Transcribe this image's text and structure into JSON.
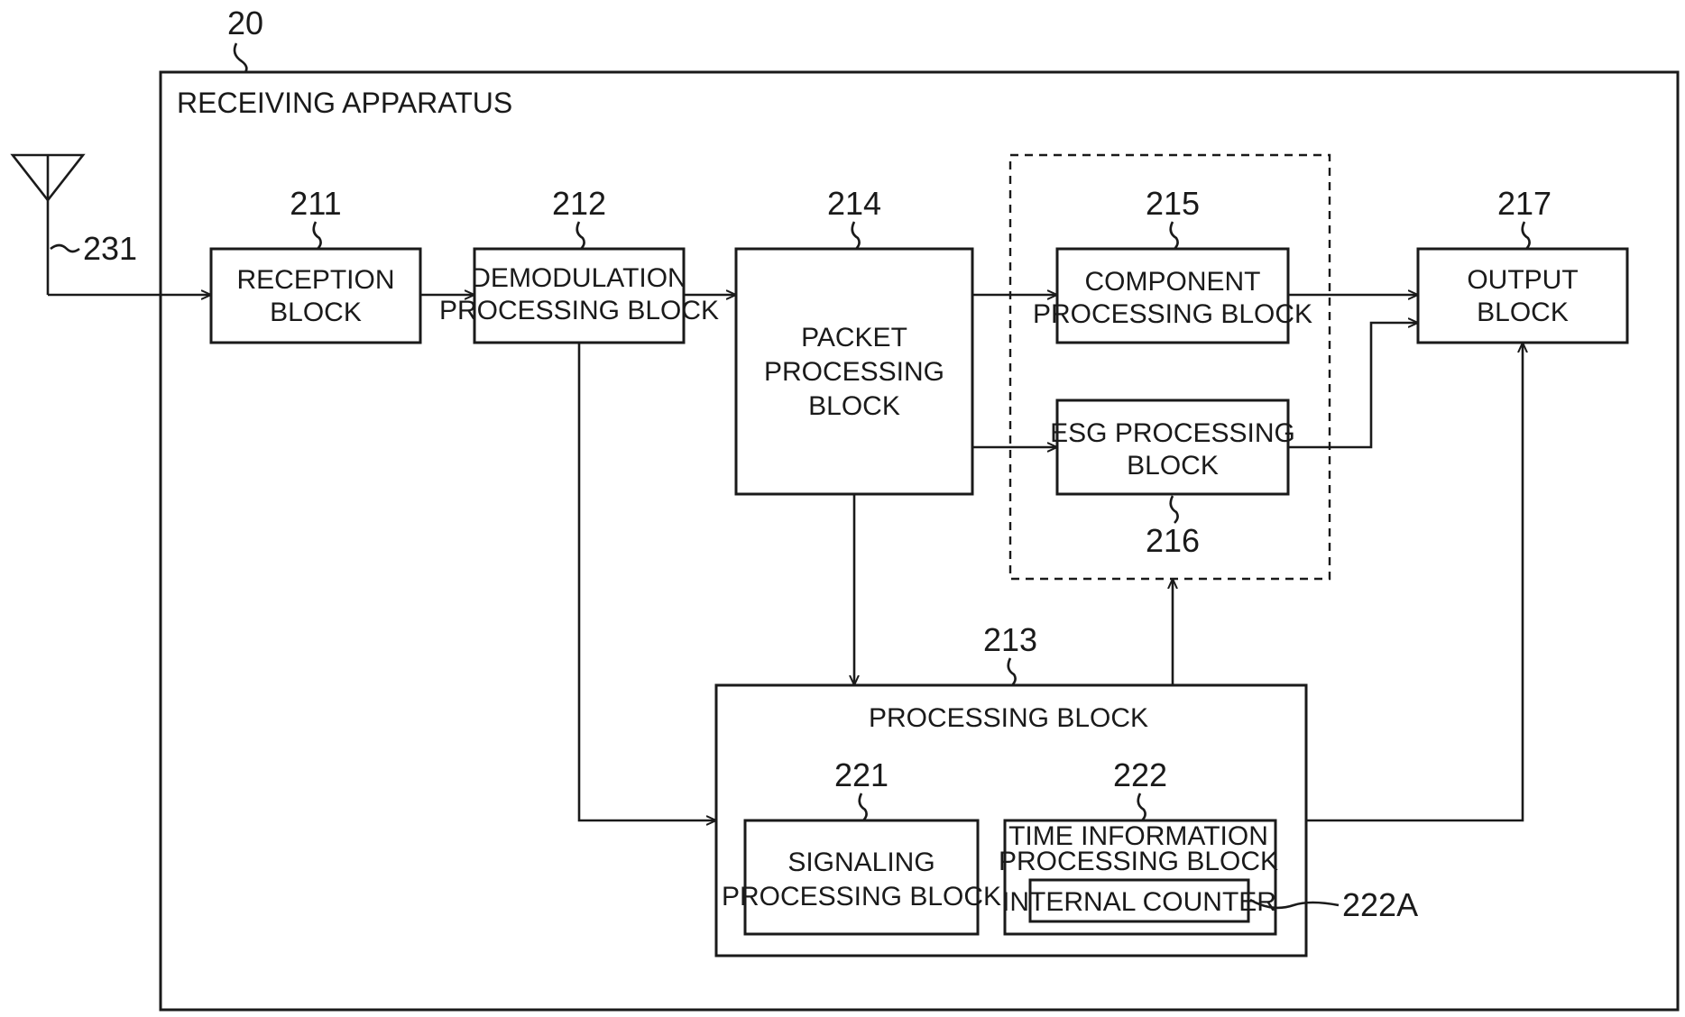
{
  "figure": {
    "apparatus_number": "20",
    "apparatus_label": "RECEIVING APPARATUS",
    "antenna_number": "231"
  },
  "blocks": {
    "reception": {
      "number": "211",
      "lines": [
        "RECEPTION",
        "BLOCK"
      ]
    },
    "demodulation": {
      "number": "212",
      "lines": [
        "DEMODULATION",
        "PROCESSING BLOCK"
      ]
    },
    "packet": {
      "number": "214",
      "lines": [
        "PACKET",
        "PROCESSING",
        "BLOCK"
      ]
    },
    "component": {
      "number": "215",
      "lines": [
        "COMPONENT",
        "PROCESSING BLOCK"
      ]
    },
    "esg": {
      "number": "216",
      "lines": [
        "ESG PROCESSING",
        "BLOCK"
      ]
    },
    "output": {
      "number": "217",
      "lines": [
        "OUTPUT",
        "BLOCK"
      ]
    },
    "processing": {
      "number": "213",
      "label": "PROCESSING BLOCK"
    },
    "signaling": {
      "number": "221",
      "lines": [
        "SIGNALING",
        "PROCESSING BLOCK"
      ]
    },
    "time_info": {
      "number": "222",
      "lines": [
        "TIME INFORMATION",
        "PROCESSING BLOCK"
      ]
    },
    "internal_counter": {
      "number": "222A",
      "label": "INTERNAL COUNTER"
    }
  }
}
